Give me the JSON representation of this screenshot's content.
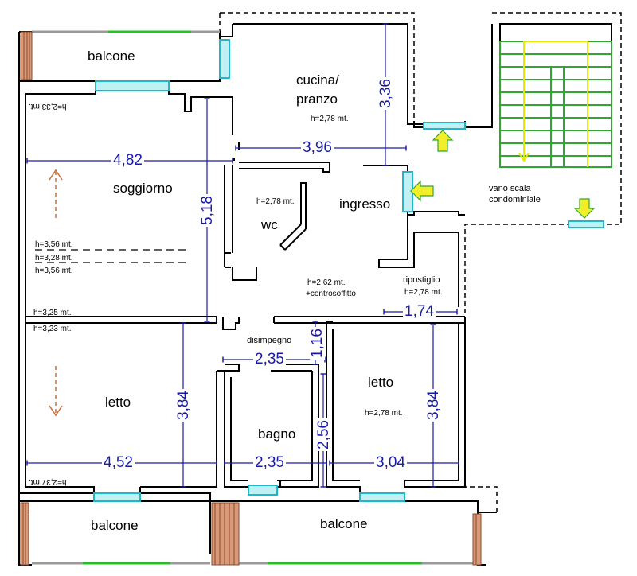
{
  "rooms": {
    "balcone_top": "balcone",
    "cucina": "cucina/\npranzo",
    "cucina_line1": "cucina/",
    "cucina_line2": "pranzo",
    "soggiorno": "soggiorno",
    "wc": "wc",
    "ingresso": "ingresso",
    "vano_scala_1": "vano scala",
    "vano_scala_2": "condominiale",
    "ripostiglio": "ripostiglio",
    "disimpegno": "disimpegno",
    "letto_left": "letto",
    "letto_right": "letto",
    "bagno": "bagno",
    "balcone_bottom_left": "balcone",
    "balcone_bottom_right": "balcone"
  },
  "heights": {
    "soggiorno_top": "h=2,33 mt.",
    "cucina": "h=2,78 mt.",
    "wc": "h=2,78 mt.",
    "soggiorno_1": "h=3,56 mt.",
    "soggiorno_2": "h=3,28 mt.",
    "soggiorno_3": "h=3,56 mt.",
    "soggiorno_bottom": "h=3,25 mt.",
    "disimpegno": "h=2,62 mt.",
    "controsoffitto": "+controsoffitto",
    "ripostiglio": "h=2,78 mt.",
    "letto_left_top": "h=3,23 mt.",
    "letto_right": "h=2,78 mt.",
    "letto_left_bottom": "h=2,37 mt."
  },
  "dimensions": {
    "soggiorno_width": "4,82",
    "soggiorno_depth": "5,18",
    "cucina_width": "3,96",
    "cucina_depth": "3,36",
    "ripostiglio_width": "1,74",
    "disimpegno_width": "2,35",
    "disimpegno_depth": "1,16",
    "letto_left_depth": "3,84",
    "letto_left_width": "4,52",
    "bagno_width": "2,35",
    "bagno_depth": "2,56",
    "letto_right_width": "3,04",
    "letto_right_depth": "3,84"
  },
  "colors": {
    "wall": "#000000",
    "dimension": "#1a1aa8",
    "window": "#1fb8c8",
    "stairs": "#2ea832",
    "stair_arrow": "#e8e800",
    "entry_arrow": "#f2ef2a",
    "railing": "#b8765a",
    "direction_arrow": "#c8703c"
  }
}
